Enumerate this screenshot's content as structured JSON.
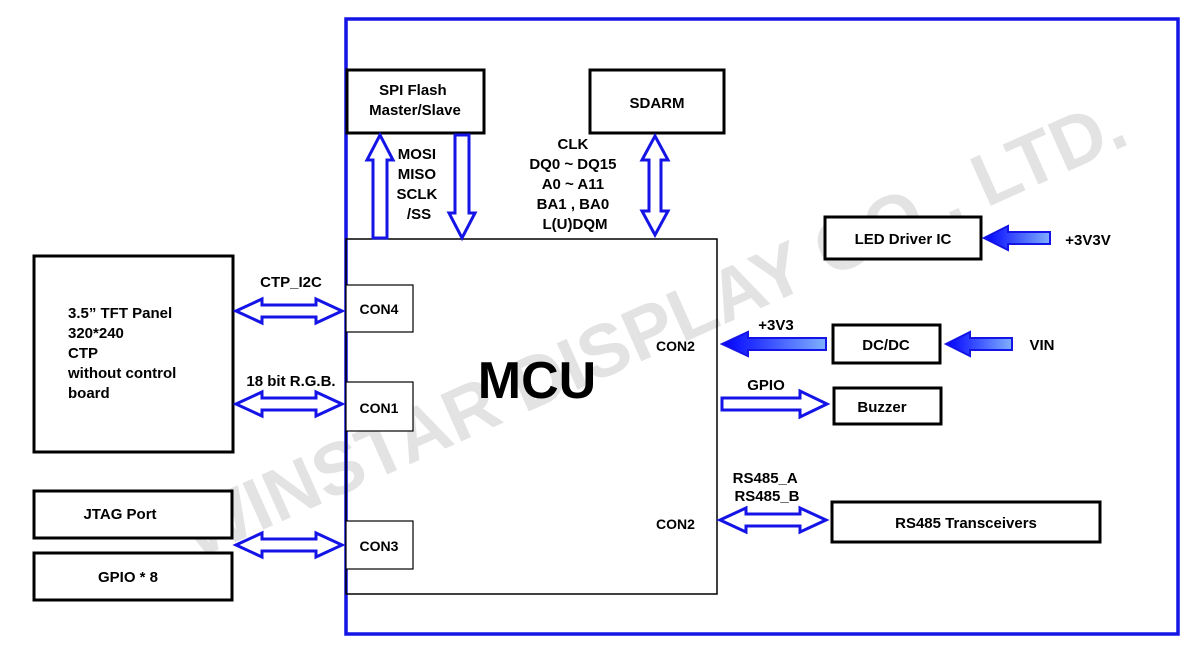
{
  "watermark": "WINSTAR DISPLAY CO., LTD.",
  "colors": {
    "board_outline": "#1414e6",
    "arrow_outline": "#1414e6",
    "arrow_fill_gradient": "#4a86e8",
    "block_outline": "#000000"
  },
  "blocks": {
    "mcu": "MCU",
    "spi_flash": [
      "SPI Flash",
      "Master/Slave"
    ],
    "sdram": "SDARM",
    "led_driver": "LED Driver IC",
    "dcdc": "DC/DC",
    "buzzer": "Buzzer",
    "rs485": "RS485 Transceivers",
    "tft_panel": [
      "3.5” TFT Panel",
      "320*240",
      "CTP",
      "without control",
      "board"
    ],
    "jtag": "JTAG Port",
    "gpio8": "GPIO * 8"
  },
  "connectors": {
    "con4": "CON4",
    "con1": "CON1",
    "con3": "CON3",
    "con2_power": "CON2",
    "con2_rs485": "CON2"
  },
  "signals": {
    "spi": [
      "MOSI",
      "MISO",
      "SCLK",
      "/SS"
    ],
    "sdram": [
      "CLK",
      "DQ0 ~ DQ15",
      "A0 ~ A11",
      "BA1 , BA0",
      "L(U)DQM"
    ],
    "ctp": "CTP_I2C",
    "rgb": "18 bit R.G.B.",
    "v3v3": "+3V3",
    "v3v3v": "+3V3V",
    "vin": "VIN",
    "gpio": "GPIO",
    "rs485": [
      "RS485_A",
      "RS485_B"
    ]
  }
}
